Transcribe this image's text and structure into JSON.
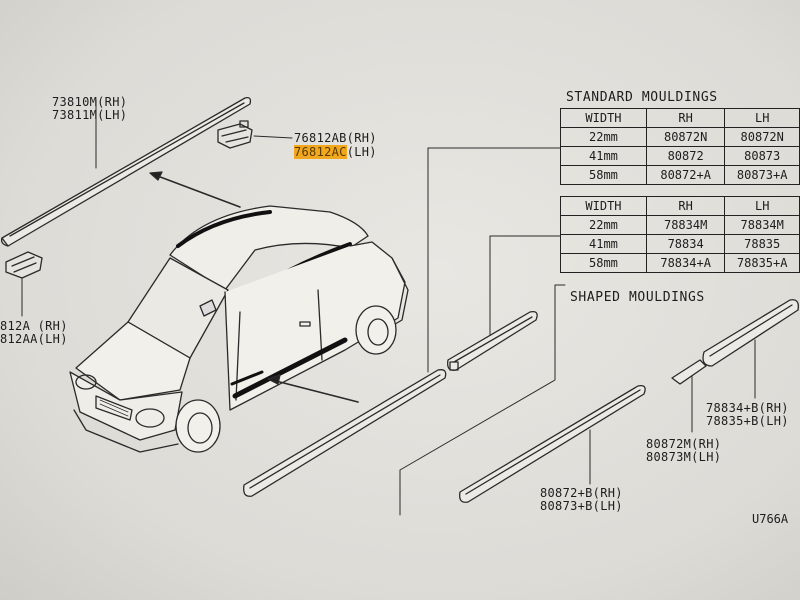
{
  "labels": {
    "roof_moulding": [
      "73810M(RH)",
      "73811M(LH)"
    ],
    "clip_upper": [
      "76812AB(RH)",
      "76812AC",
      "(LH)"
    ],
    "clip_lower": [
      "812A (RH)",
      "812AA(LH)"
    ],
    "shaped_right": [
      "78834+B(RH)",
      "78835+B(LH)"
    ],
    "shaped_mid": [
      "80872M(RH)",
      "80873M(LH)"
    ],
    "shaped_bottom": [
      "80872+B(RH)",
      "80873+B(LH)"
    ],
    "ref_code": "U766A"
  },
  "highlight_color": "#f2a81e",
  "standard_title": "STANDARD MOULDINGS",
  "shaped_title": "SHAPED MOULDINGS",
  "table1": {
    "headers": [
      "WIDTH",
      "RH",
      "LH"
    ],
    "rows": [
      [
        "22mm",
        "80872N",
        "80872N"
      ],
      [
        "41mm",
        "80872",
        "80873"
      ],
      [
        "58mm",
        "80872+A",
        "80873+A"
      ]
    ]
  },
  "table2": {
    "headers": [
      "WIDTH",
      "RH",
      "LH"
    ],
    "rows": [
      [
        "22mm",
        "78834M",
        "78834M"
      ],
      [
        "41mm",
        "78834",
        "78835"
      ],
      [
        "58mm",
        "78834+A",
        "78835+A"
      ]
    ]
  }
}
